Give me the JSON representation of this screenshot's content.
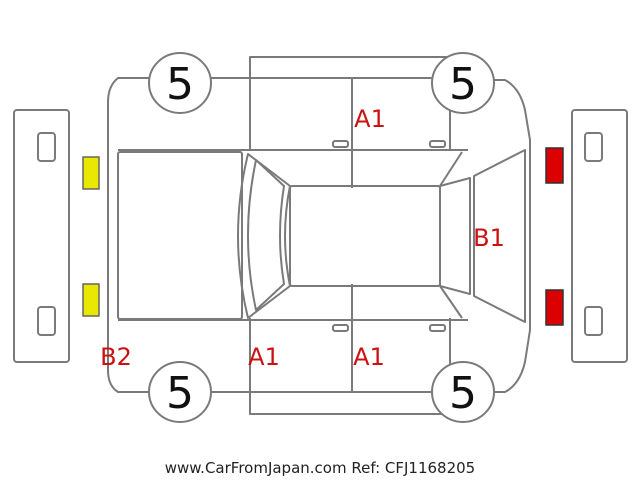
{
  "tires": {
    "front_left": "5",
    "front_right": "5",
    "rear_left": "5",
    "rear_right": "5"
  },
  "damage_codes": {
    "roof_top": "A1",
    "rear_glass": "B1",
    "front_bumper_corner": "B2",
    "left_side_front": "A1",
    "left_side_rear": "A1"
  },
  "marker_colors": {
    "front": "#e8e800",
    "rear": "#dd0000",
    "code_text": "#cc1111"
  },
  "footer": {
    "text": "www.CarFromJapan.com Ref: CFJ1168205"
  }
}
